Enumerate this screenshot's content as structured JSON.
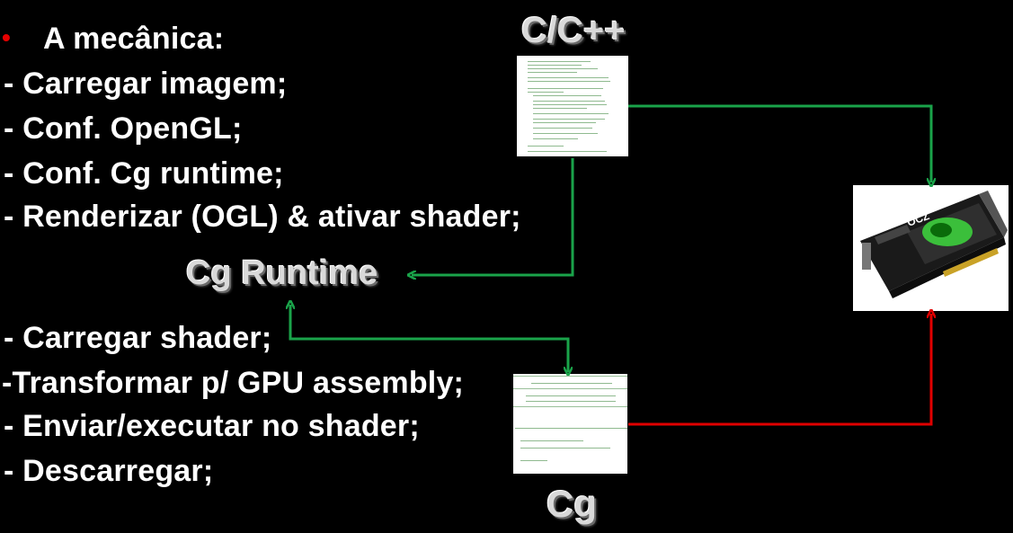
{
  "bullet_title": "A mecânica:",
  "steps_top": [
    "- Carregar imagem;",
    "- Conf. OpenGL;",
    "- Conf. Cg runtime;",
    "- Renderizar (OGL) & ativar shader;"
  ],
  "runtime_label": "Cg Runtime",
  "steps_bottom": [
    "- Carregar shader;",
    "-Transformar p/ GPU assembly;",
    "- Enviar/executar no shader;",
    "- Descarregar;"
  ],
  "cpp_label": "C/C++",
  "cg_label": "Cg",
  "colors": {
    "arrow_green": "#1aa34a",
    "arrow_red": "#e00000",
    "bullet": "#e60000"
  }
}
